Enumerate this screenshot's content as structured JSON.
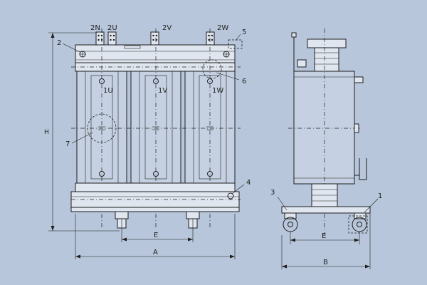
{
  "terminal_labels": {
    "t_2n": "2N",
    "t_2u": "2U",
    "t_2v": "2V",
    "t_2w": "2W"
  },
  "winding_labels": {
    "w_1u": "1U",
    "w_1v": "1V",
    "w_1w": "1W"
  },
  "callouts": {
    "c1": "1",
    "c2": "2",
    "c3": "3",
    "c4": "4",
    "c5": "5",
    "c6": "6",
    "c7": "7"
  },
  "dimensions": {
    "height": "H",
    "width_a": "A",
    "wheel_e_front": "E",
    "wheel_e_side": "E",
    "depth_b": "B"
  },
  "colors": {
    "background": "#b7c6da",
    "line": "#1f1f1f",
    "panel": "#dfe6ef",
    "coil": "#c5d1e2"
  }
}
